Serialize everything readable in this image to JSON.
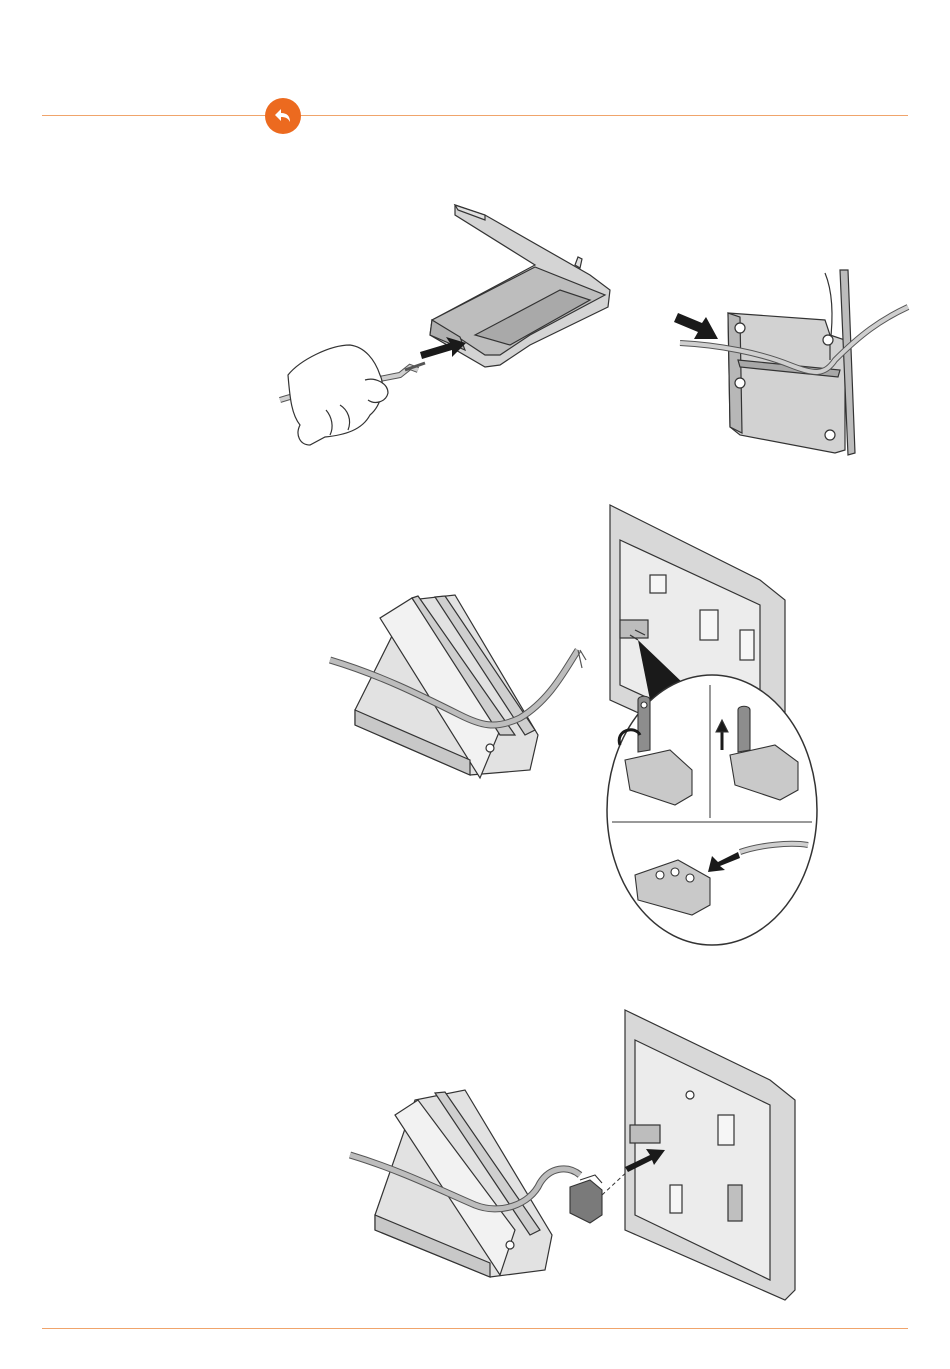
{
  "colors": {
    "accent_rule": "#f0a46b",
    "back_button": "#ec6a1f",
    "back_icon": "#ffffff",
    "line_art": "#333333",
    "part_fill": "#c9c9c9",
    "part_fill_dark": "#a8a8a8",
    "arrow": "#1a1a1a"
  },
  "header": {
    "back_button_icon": "return-arrow-icon"
  },
  "figures": [
    {
      "id": "cable-through-stand-base",
      "content": "illustration"
    },
    {
      "id": "terminal-block-wiring",
      "content": "illustration"
    },
    {
      "id": "connector-plug-in",
      "content": "illustration"
    }
  ]
}
